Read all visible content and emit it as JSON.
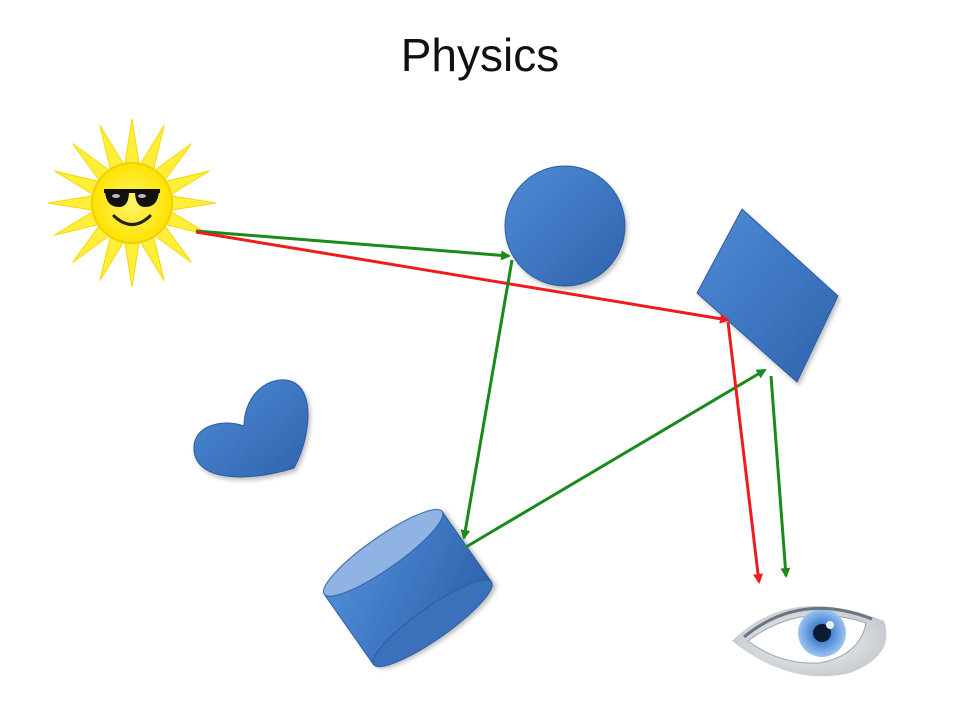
{
  "slide": {
    "title": "Physics"
  },
  "colors": {
    "ray_green": "#1a8a1a",
    "ray_red": "#ee1c1c",
    "shape_blue": "#3d77c4",
    "sun_yellow": "#ffee3a"
  },
  "scene": {
    "light_source": "sun-with-sunglasses",
    "viewer": "eye",
    "objects": [
      "sphere",
      "diamond",
      "heart",
      "cylinder"
    ]
  }
}
